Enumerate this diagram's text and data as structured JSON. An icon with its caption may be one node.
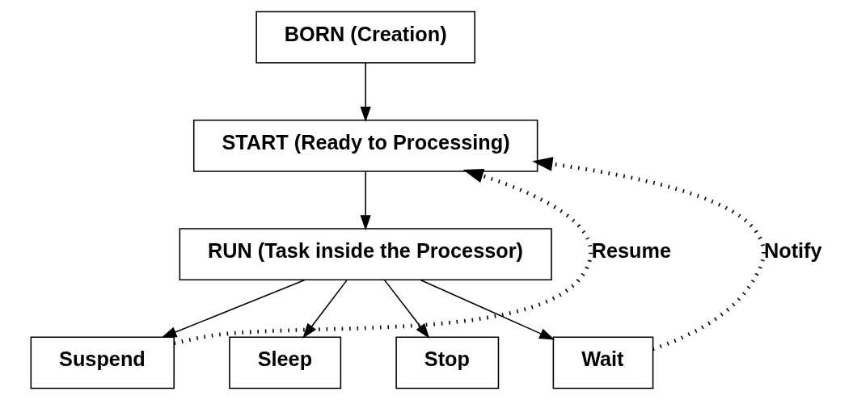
{
  "diagram": {
    "nodes": [
      {
        "text": [
          "BORN (Creation)"
        ]
      },
      {
        "text": [
          "START (Ready to Processing)"
        ]
      },
      {
        "text": [
          "RUN (Task inside the Processor)"
        ]
      },
      {
        "text": [
          "Suspend"
        ]
      },
      {
        "text": [
          "Sleep"
        ]
      },
      {
        "text": [
          "Stop"
        ]
      },
      {
        "text": [
          "Wait"
        ]
      }
    ],
    "edges": [
      {
        "from": 0,
        "to": 1,
        "arrow": "to"
      },
      {
        "from": 1,
        "to": 2,
        "arrow": "to"
      },
      {
        "from": 2,
        "to": 3,
        "arrow": "to"
      },
      {
        "from": 2,
        "to": 4,
        "arrow": "to"
      },
      {
        "from": 2,
        "to": 5,
        "arrow": "to"
      },
      {
        "from": 2,
        "to": 6,
        "arrow": "to"
      },
      {
        "from": 3,
        "to": 1,
        "arrow": "to",
        "label": "Resume",
        "style": "dashed"
      },
      {
        "from": 6,
        "to": 1,
        "arrow": "to",
        "label": "Notify",
        "style": "dashed"
      }
    ]
  }
}
